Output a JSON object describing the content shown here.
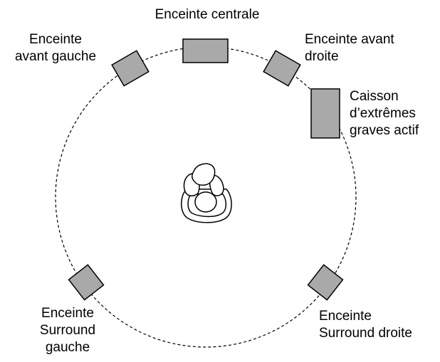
{
  "colors": {
    "speaker_fill": "#a9a9a9",
    "stroke": "#000000",
    "background": "#ffffff"
  },
  "labels": {
    "center": [
      "Enceinte centrale"
    ],
    "front_left": [
      "Enceinte",
      "avant gauche"
    ],
    "front_right": [
      "Enceinte avant",
      "droite"
    ],
    "subwoofer": [
      "Caisson",
      "d’extrêmes",
      "graves actif"
    ],
    "surround_left": [
      "Enceinte",
      "Surround",
      "gauche"
    ],
    "surround_right": [
      "Enceinte",
      "Surround droite"
    ]
  },
  "icons": {
    "listener": "listener-icon"
  }
}
